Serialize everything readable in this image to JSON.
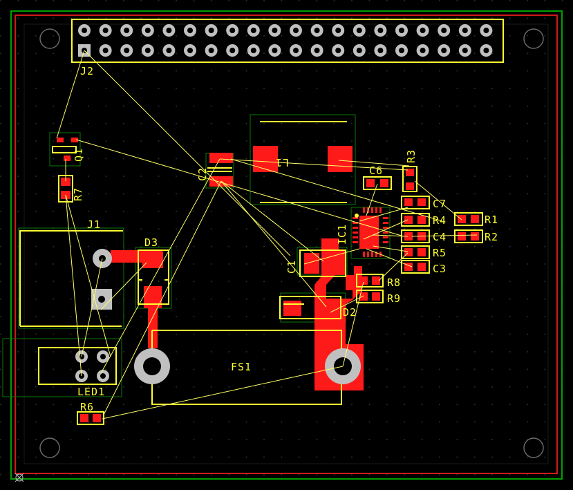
{
  "colors": {
    "background": "#000000",
    "outline_outer": "#00a000",
    "outline_inner": "#d01a1a",
    "copper": "#ff1a1a",
    "silk": "#ffff33",
    "pad_drill": "#c0c0c0",
    "courtyard": "#0a7a0a",
    "ratsnest": "#ffff66",
    "grid_dot": "#3c3c3c"
  },
  "board": {
    "components": [
      {
        "ref": "J2",
        "label": "J2"
      },
      {
        "ref": "Q1",
        "label": "Q1"
      },
      {
        "ref": "R7",
        "label": "R7"
      },
      {
        "ref": "C2",
        "label": "C2"
      },
      {
        "ref": "L1",
        "label": "L1"
      },
      {
        "ref": "R3",
        "label": "R3"
      },
      {
        "ref": "C6",
        "label": "C6"
      },
      {
        "ref": "C7",
        "label": "C7"
      },
      {
        "ref": "R4",
        "label": "R4"
      },
      {
        "ref": "C4",
        "label": "C4"
      },
      {
        "ref": "R5",
        "label": "R5"
      },
      {
        "ref": "C3",
        "label": "C3"
      },
      {
        "ref": "R1",
        "label": "R1"
      },
      {
        "ref": "R2",
        "label": "R2"
      },
      {
        "ref": "IC1",
        "label": "IC1"
      },
      {
        "ref": "C1",
        "label": "C1"
      },
      {
        "ref": "R8",
        "label": "R8"
      },
      {
        "ref": "R9",
        "label": "R9"
      },
      {
        "ref": "D2",
        "label": "D2"
      },
      {
        "ref": "J1",
        "label": "J1"
      },
      {
        "ref": "D3",
        "label": "D3"
      },
      {
        "ref": "FS1",
        "label": "FS1"
      },
      {
        "ref": "LED1",
        "label": "LED1"
      },
      {
        "ref": "R6",
        "label": "R6"
      }
    ],
    "origin_marker": "origin-marker"
  }
}
